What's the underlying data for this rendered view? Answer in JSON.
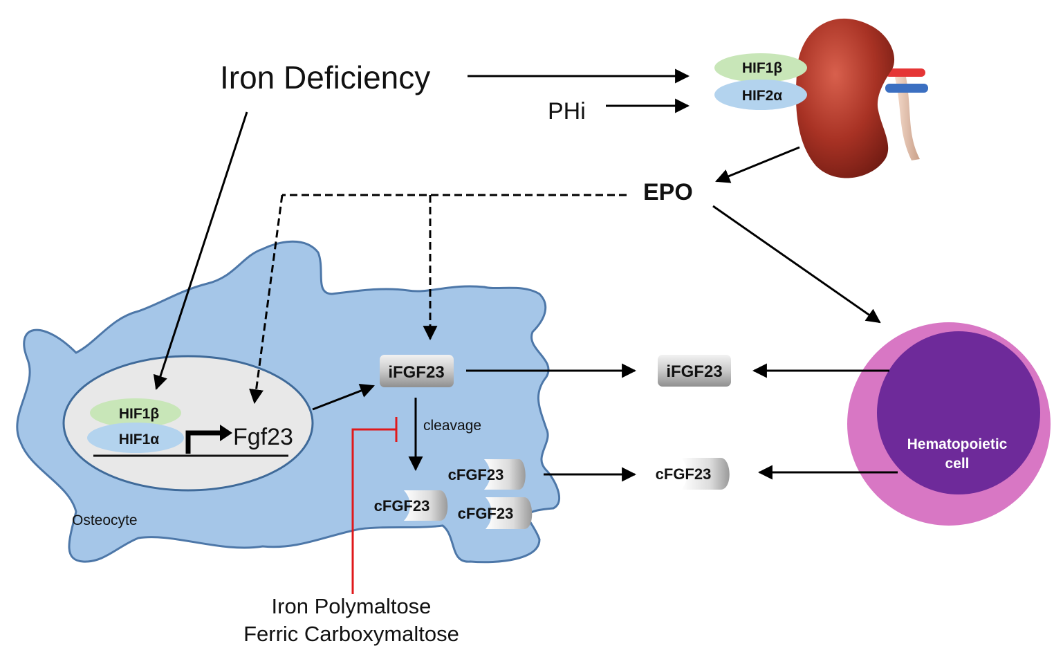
{
  "labels": {
    "iron_deficiency": "Iron Deficiency",
    "phi": "PHi",
    "epo": "EPO",
    "kidney_hif1b": "HIF1β",
    "kidney_hif2a": "HIF2α",
    "nucleus_hif1b": "HIF1β",
    "nucleus_hif1a": "HIF1α",
    "fgf23_gene": "Fgf23",
    "osteocyte": "Osteocyte",
    "ifgf23_cell": "iFGF23",
    "ifgf23_blood": "iFGF23",
    "cleavage": "cleavage",
    "cfgf23_a": "cFGF23",
    "cfgf23_b": "cFGF23",
    "cfgf23_c": "cFGF23",
    "cfgf23_blood": "cFGF23",
    "hematopoietic_line1": "Hematopoietic",
    "hematopoietic_line2": "cell",
    "drug_line1": "Iron Polymaltose",
    "drug_line2": "Ferric Carboxymaltose"
  },
  "colors": {
    "osteocyte_fill": "#a5c6e8",
    "osteocyte_stroke": "#4d77a8",
    "nucleus_fill": "#e8e8e8",
    "hif_green": "#c8e6b8",
    "hif_blue": "#b3d3ee",
    "kidney": "#a83224",
    "hematopoietic_outer": "#d877c4",
    "hematopoietic_inner": "#6e2a9a",
    "inhibition": "#e0191b"
  }
}
